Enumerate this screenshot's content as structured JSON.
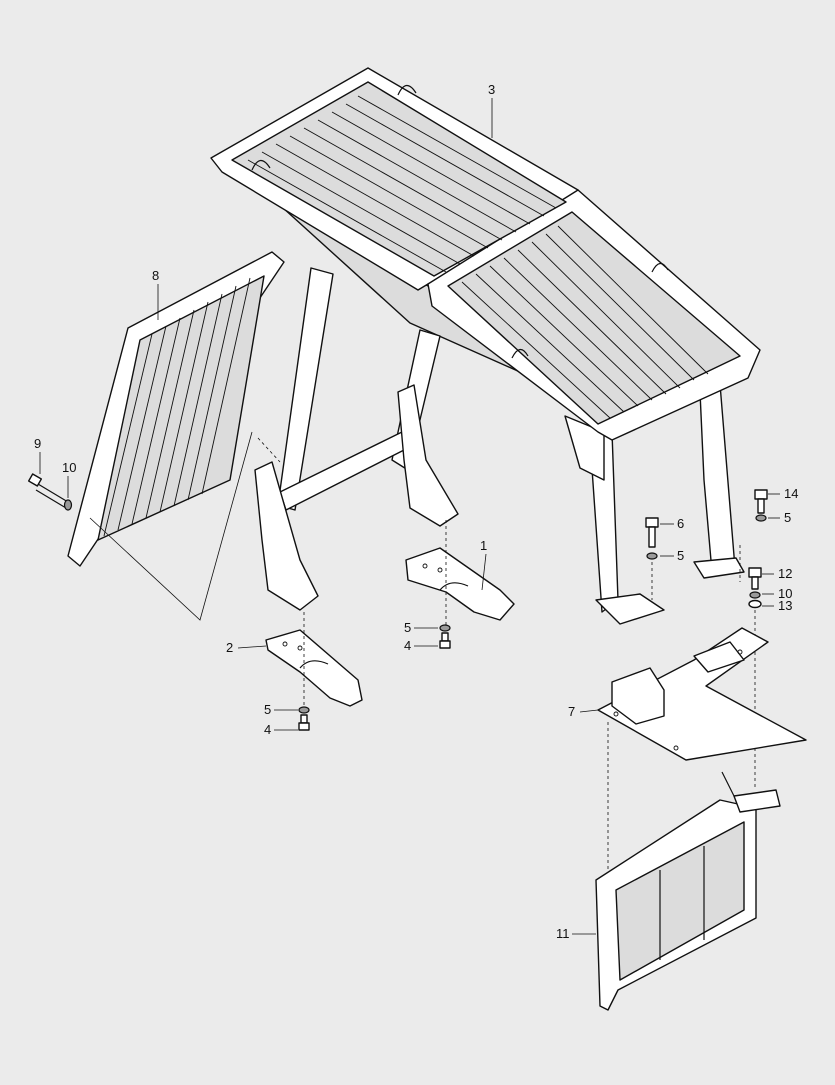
{
  "callouts": {
    "c1": "1",
    "c2": "2",
    "c3": "3",
    "c4a": "4",
    "c4b": "4",
    "c5a": "5",
    "c5b": "5",
    "c5c": "5",
    "c5d": "5",
    "c6": "6",
    "c7": "7",
    "c8": "8",
    "c9": "9",
    "c10a": "10",
    "c10b": "10",
    "c11": "11",
    "c12": "12",
    "c13": "13",
    "c14": "14"
  },
  "colors": {
    "background": "#ebebeb",
    "line": "#111111",
    "part_fill": "#ffffff"
  }
}
